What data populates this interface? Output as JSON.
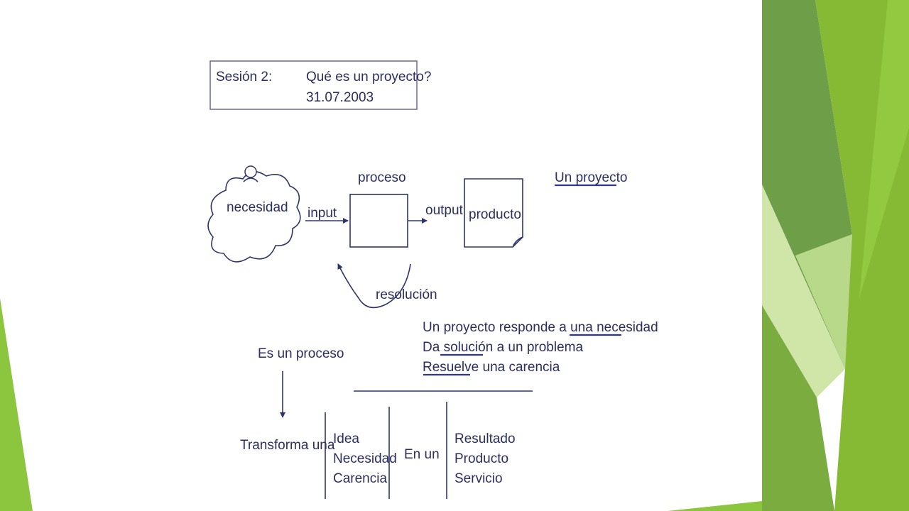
{
  "header": {
    "session_label": "Sesión 2:",
    "title": "Qué es un proyecto?",
    "date": "31.07.2003"
  },
  "flow": {
    "cloud_label": "necesidad",
    "input_label": "input",
    "process_label": "proceso",
    "output_label": "output",
    "product_label": "producto",
    "feedback_label": "resolución",
    "side_title": "Un proyecto"
  },
  "statements": [
    {
      "prefix": "Un proyecto responde a una ",
      "key": "necesidad",
      "suffix": ""
    },
    {
      "prefix": "Da ",
      "key": "solución",
      "suffix": " a un problema"
    },
    {
      "prefix": "",
      "key": "Resuelve",
      "suffix": " una carencia"
    }
  ],
  "process": {
    "label": "Es un proceso",
    "transform_label": "Transforma una",
    "inputs": [
      "Idea",
      "Necesidad",
      "Carencia"
    ],
    "connector": "En un",
    "outputs": [
      "Resultado",
      "Producto",
      "Servicio"
    ]
  },
  "theme": {
    "accent_dark": "#5e8f3a",
    "accent_mid": "#79ab3c",
    "accent_light": "#8cc63f",
    "accent_pale": "#cfe6a8",
    "text_color": "#2b2e5e",
    "underline_color": "#2e3692"
  }
}
